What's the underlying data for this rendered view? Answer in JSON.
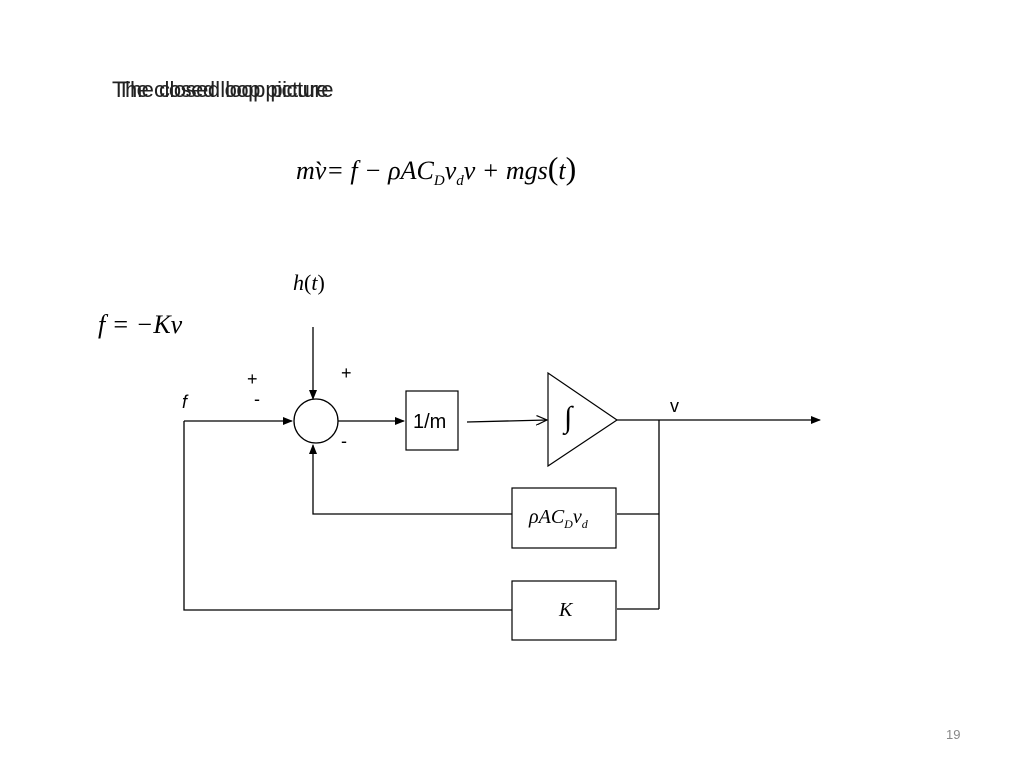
{
  "slide": {
    "title": "The closed loop picture",
    "page_number": "19"
  },
  "equations": {
    "dynamics_lhs": "mv̀",
    "dynamics_rhs_a": "= f − ρAC",
    "dynamics_sub_D": "D",
    "dynamics_v1": "v",
    "dynamics_sub_d": "d",
    "dynamics_rhs_b": "v + mgs",
    "dynamics_arg": "t",
    "control_law": "f = −Kv",
    "disturbance": "h",
    "disturbance_arg": "t"
  },
  "diagram": {
    "signs": {
      "plus_left": "+",
      "minus_left": "-",
      "plus_top": "+",
      "minus_bottom": "-"
    },
    "signal_f": "f",
    "signal_v": "v",
    "gain_block": "1/m",
    "integrator_symbol": "∫",
    "drag_block_prefix": "ρAC",
    "drag_block_sub_D": "D",
    "drag_block_v": "v",
    "drag_block_sub_d": "d",
    "feedback_block": "K"
  }
}
